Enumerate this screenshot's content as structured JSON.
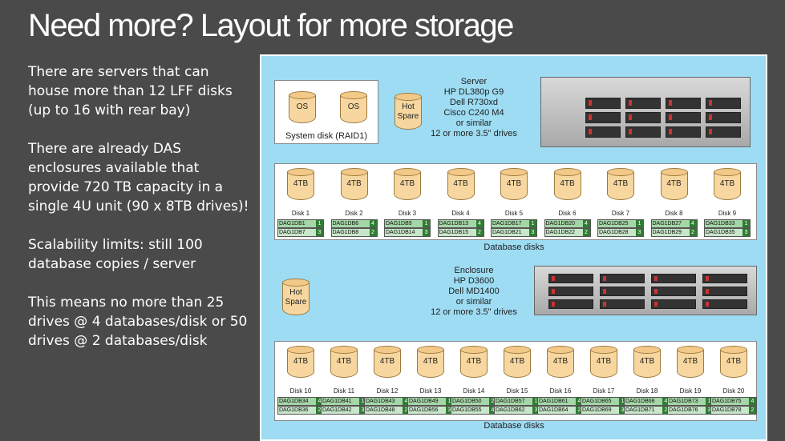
{
  "title": "Need more? Layout for more storage",
  "paragraphs": [
    "There are servers that can house more than 12 LFF disks (up to 16 with rear bay)",
    "There are already DAS enclosures available that provide 720 TB capacity in a single 4U unit (90 x 8TB drives)!",
    "Scalability limits: still 100 database copies / server",
    "This means no more than 25 drives @ 4 databases/disk or 50 drives @ 2 databases/disk"
  ],
  "diagram": {
    "system_disk_label": "System disk (RAID1)",
    "os_label": "OS",
    "hot_spare_label": "Hot Spare",
    "server_caption": "Server\nHP DL380p G9\nDell R730xd\nCisco C240 M4\nor similar\n12 or more 3.5\" drives",
    "enclosure_caption": "Enclosure\nHP D3600\nDell MD1400\nor similar\n12 or more 3.5\" drives",
    "drive_size": "4TB",
    "database_disks_label": "Database disks",
    "row1": [
      {
        "disk": "Disk 1",
        "db": [
          [
            "DAG1DB1",
            "1"
          ],
          [
            "DAG1DB7",
            "3"
          ]
        ]
      },
      {
        "disk": "Disk 2",
        "db": [
          [
            "DAG1DB6",
            "4"
          ],
          [
            "DAG1DB8",
            "2"
          ]
        ]
      },
      {
        "disk": "Disk 3",
        "db": [
          [
            "DAG1DB9",
            "1"
          ],
          [
            "DAG1DB14",
            "3"
          ]
        ]
      },
      {
        "disk": "Disk 4",
        "db": [
          [
            "DAG1DB13",
            "4"
          ],
          [
            "DAG1DB15",
            "2"
          ]
        ]
      },
      {
        "disk": "Disk 5",
        "db": [
          [
            "DAG1DB17",
            "1"
          ],
          [
            "DAG1DB21",
            "3"
          ]
        ]
      },
      {
        "disk": "Disk 6",
        "db": [
          [
            "DAG1DB20",
            "4"
          ],
          [
            "DAG1DB22",
            "2"
          ]
        ]
      },
      {
        "disk": "Disk 7",
        "db": [
          [
            "DAG1DB25",
            "1"
          ],
          [
            "DAG1DB28",
            "3"
          ]
        ]
      },
      {
        "disk": "Disk 8",
        "db": [
          [
            "DAG1DB27",
            "4"
          ],
          [
            "DAG1DB29",
            "2"
          ]
        ]
      },
      {
        "disk": "Disk 9",
        "db": [
          [
            "DAG1DB33",
            "1"
          ],
          [
            "DAG1DB35",
            "3"
          ]
        ]
      }
    ],
    "row2": [
      {
        "disk": "Disk 10",
        "db": [
          [
            "DAG1DB34",
            "4"
          ],
          [
            "DAG1DB36",
            "2"
          ]
        ]
      },
      {
        "disk": "Disk 11",
        "db": [
          [
            "DAG1DB41",
            "1"
          ],
          [
            "DAG1DB42",
            "3"
          ]
        ]
      },
      {
        "disk": "Disk 12",
        "db": [
          [
            "DAG1DB43",
            "4"
          ],
          [
            "DAG1DB48",
            "2"
          ]
        ]
      },
      {
        "disk": "Disk 13",
        "db": [
          [
            "DAG1DB49",
            "1"
          ],
          [
            "DAG1DB56",
            "3"
          ]
        ]
      },
      {
        "disk": "Disk 14",
        "db": [
          [
            "DAG1DB50",
            "2"
          ],
          [
            "DAG1DB55",
            "4"
          ]
        ]
      },
      {
        "disk": "Disk 15",
        "db": [
          [
            "DAG1DB57",
            "1"
          ],
          [
            "DAG1DB62",
            "3"
          ]
        ]
      },
      {
        "disk": "Disk 16",
        "db": [
          [
            "DAG1DB61",
            "4"
          ],
          [
            "DAG1DB64",
            "2"
          ]
        ]
      },
      {
        "disk": "Disk 17",
        "db": [
          [
            "DAG1DB65",
            "1"
          ],
          [
            "DAG1DB69",
            "3"
          ]
        ]
      },
      {
        "disk": "Disk 18",
        "db": [
          [
            "DAG1DB68",
            "4"
          ],
          [
            "DAG1DB71",
            "2"
          ]
        ]
      },
      {
        "disk": "Disk 19",
        "db": [
          [
            "DAG1DB73",
            "1"
          ],
          [
            "DAG1DB76",
            "3"
          ]
        ]
      },
      {
        "disk": "Disk 20",
        "db": [
          [
            "DAG1DB75",
            "4"
          ],
          [
            "DAG1DB78",
            "2"
          ]
        ]
      }
    ]
  }
}
